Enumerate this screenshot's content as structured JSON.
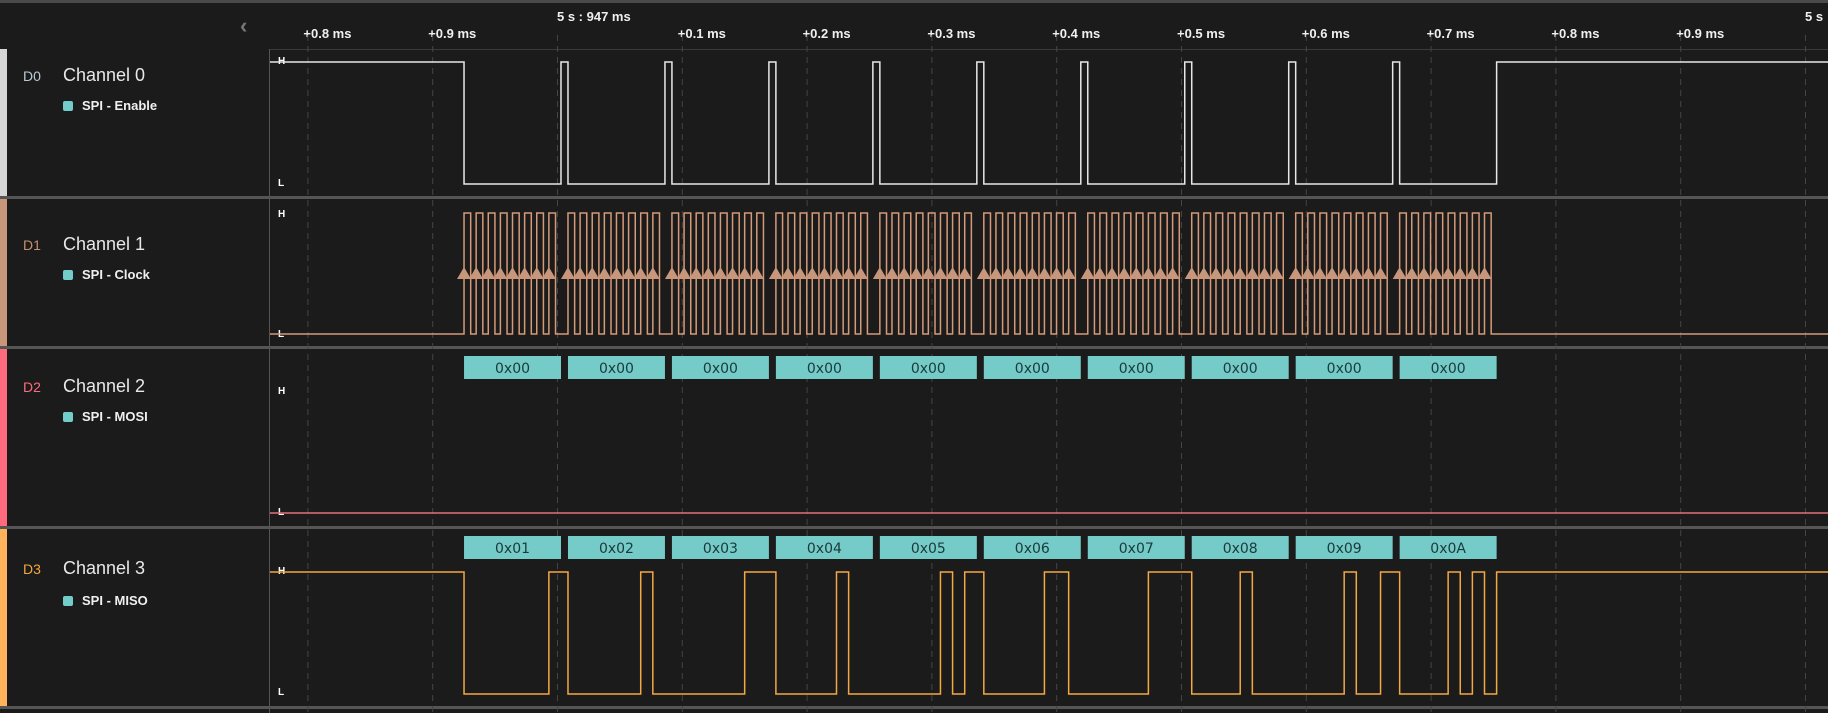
{
  "header": {
    "collapse_icon": "chevron-left-icon",
    "major_labels": [
      {
        "label": "5 s : 947 ms",
        "t": 0
      },
      {
        "label": "5 s",
        "t": 1
      }
    ],
    "ticks": [
      {
        "label": "+0.8 ms",
        "t": -0.2
      },
      {
        "label": "+0.9 ms",
        "t": -0.1
      },
      {
        "label": "+0.1 ms",
        "t": 0.1
      },
      {
        "label": "+0.2 ms",
        "t": 0.2
      },
      {
        "label": "+0.3 ms",
        "t": 0.3
      },
      {
        "label": "+0.4 ms",
        "t": 0.4
      },
      {
        "label": "+0.5 ms",
        "t": 0.5
      },
      {
        "label": "+0.6 ms",
        "t": 0.6
      },
      {
        "label": "+0.7 ms",
        "t": 0.7
      },
      {
        "label": "+0.8 ms",
        "t": 0.8
      },
      {
        "label": "+0.9 ms",
        "t": 0.9
      }
    ]
  },
  "channels": [
    {
      "id": "D0",
      "name": "Channel 0",
      "analyzer": "SPI - Enable",
      "color": "#d6d6d6",
      "label_color": "#b9cbd4",
      "trace_color": "#e8e8e8",
      "high": "H",
      "low": "L"
    },
    {
      "id": "D1",
      "name": "Channel 1",
      "analyzer": "SPI - Clock",
      "color": "#c8967a",
      "label_color": "#c8906e",
      "trace_color": "#d59a78",
      "high": "H",
      "low": "L"
    },
    {
      "id": "D2",
      "name": "Channel 2",
      "analyzer": "SPI - MOSI",
      "color": "#ff6b7d",
      "label_color": "#ff6b7d",
      "trace_color": "#e8707c",
      "high": "H",
      "low": "L"
    },
    {
      "id": "D3",
      "name": "Channel 3",
      "analyzer": "SPI - MISO",
      "color": "#ffb35c",
      "label_color": "#f4a640",
      "trace_color": "#f5a742",
      "high": "H",
      "low": "L"
    }
  ],
  "capture": {
    "first_byte_start_ms": -0.0745,
    "byte_period_ms": 0.0833,
    "byte_active_ms": 0.0777,
    "bits_per_byte": 8
  },
  "decoded": {
    "color": "#74cbc8",
    "mosi": [
      "0x00",
      "0x00",
      "0x00",
      "0x00",
      "0x00",
      "0x00",
      "0x00",
      "0x00",
      "0x00",
      "0x00"
    ],
    "miso": [
      "0x01",
      "0x02",
      "0x03",
      "0x04",
      "0x05",
      "0x06",
      "0x07",
      "0x08",
      "0x09",
      "0x0A"
    ]
  }
}
